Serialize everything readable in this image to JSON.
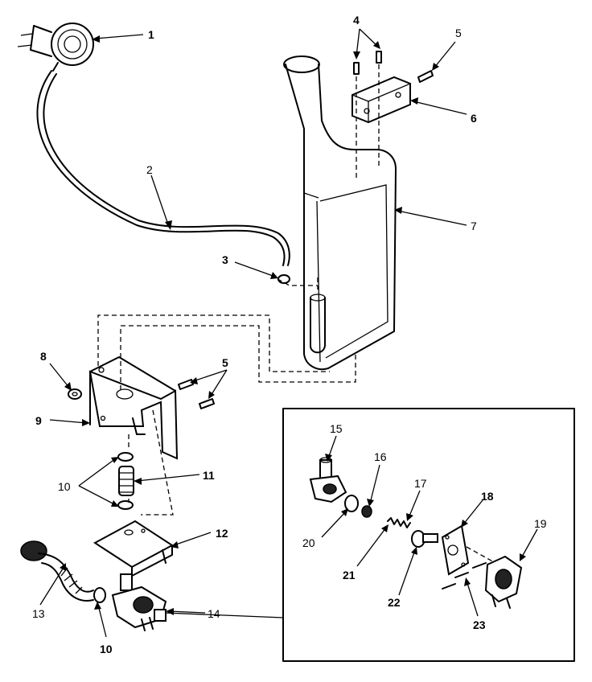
{
  "callouts": {
    "c1": "1",
    "c2": "2",
    "c3": "3",
    "c4": "4",
    "c5a": "5",
    "c5b": "5",
    "c6": "6",
    "c7": "7",
    "c8": "8",
    "c9": "9",
    "c10a": "10",
    "c10b": "10",
    "c11": "11",
    "c12": "12",
    "c13": "13",
    "c14": "14",
    "c15": "15",
    "c16": "16",
    "c17": "17",
    "c18": "18",
    "c19": "19",
    "c20": "20",
    "c21": "21",
    "c22": "22",
    "c23": "23"
  }
}
